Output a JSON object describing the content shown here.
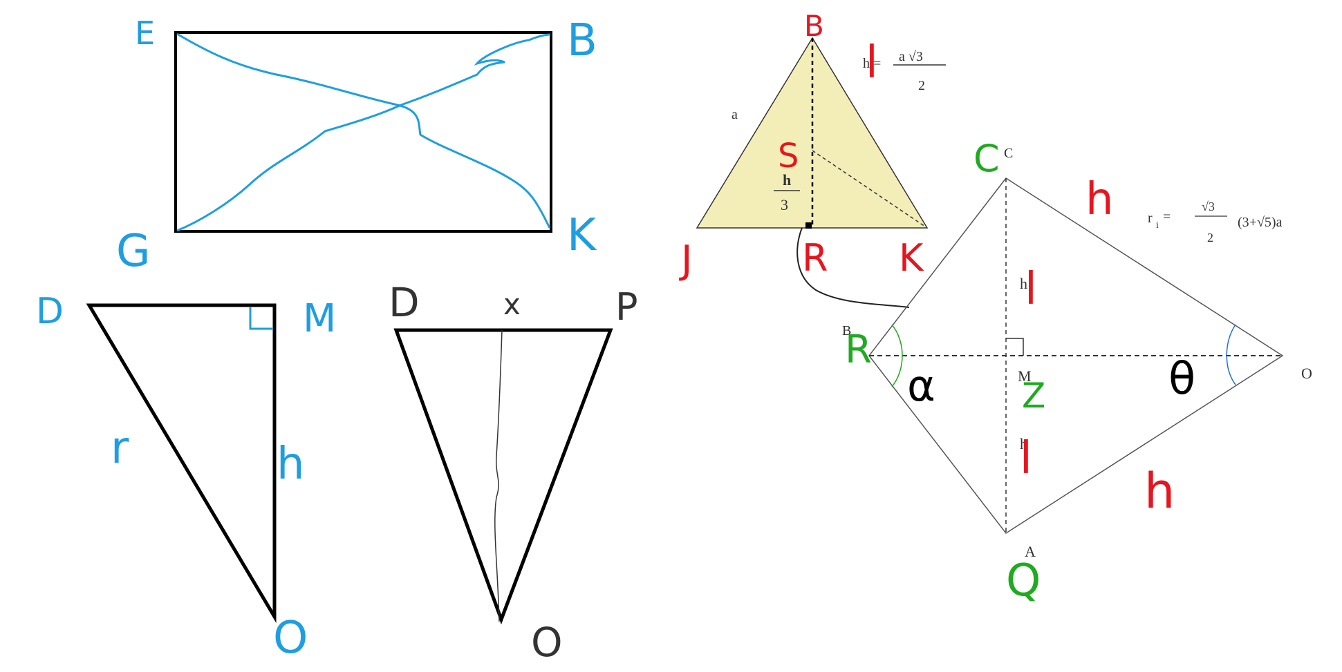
{
  "colors": {
    "background": "#ffffff",
    "ink": "#000000",
    "blue_ink": "#1e9ee0",
    "red_ink": "#e8141e",
    "green_ink": "#1faa1f",
    "gray_ink": "#555555",
    "triangle_fill": "#f3eeb8"
  },
  "rectangle": {
    "labels": {
      "top_left": "E",
      "top_right": "B",
      "bottom_left": "G",
      "bottom_right": "K"
    }
  },
  "right_triangle": {
    "labels": {
      "top_left": "D",
      "top_right": "M",
      "bottom": "O",
      "hypotenuse": "r",
      "side": "h"
    }
  },
  "inverted_triangle": {
    "labels": {
      "top_left": "D",
      "top_center": "x",
      "top_right": "P",
      "bottom": "O"
    }
  },
  "equilateral_triangle": {
    "printed": {
      "side_label": "a",
      "formula_left": "h =",
      "formula_numerator": "a √3",
      "formula_denominator": "2",
      "third_numerator": "h",
      "third_denominator": "3"
    },
    "handwritten": {
      "apex": "B",
      "h_mark": "l",
      "center": "S",
      "base_left": "J",
      "base_middle": "R",
      "base_right": "K"
    }
  },
  "rhombus": {
    "printed": {
      "top": "C",
      "left": "B",
      "right": "O",
      "bottom": "A",
      "center": "M",
      "upper_height": "h",
      "lower_height": "h",
      "formula_r": "r",
      "formula_sub": "i",
      "formula_eq": "=",
      "formula_num": "√3",
      "formula_den": "2",
      "formula_tail": "(3+√5)a"
    },
    "handwritten": {
      "top": "C",
      "left": "R",
      "bottom": "Q",
      "upper_side": "h",
      "lower_side": "h",
      "upper_half": "l",
      "lower_half": "l",
      "alpha": "α",
      "center": "Z",
      "theta": "θ"
    }
  }
}
